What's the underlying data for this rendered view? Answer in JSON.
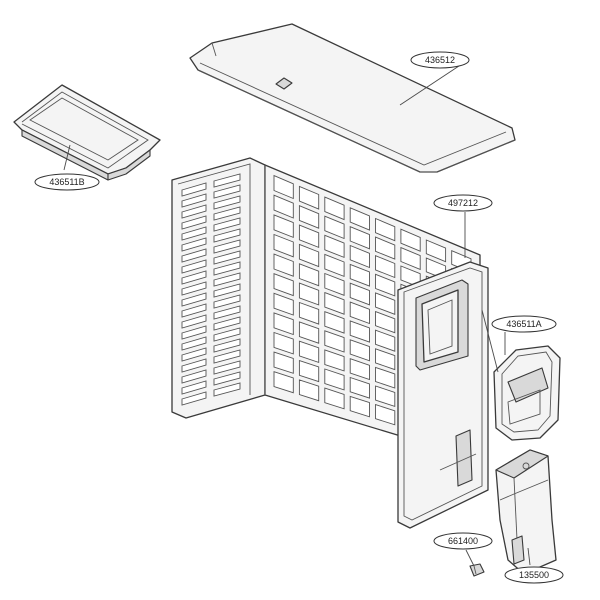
{
  "callouts": {
    "top_cover": "436512",
    "side_cover_left": "436511B",
    "side_panel_right": "497212",
    "handle_grip": "436511A",
    "screw": "661400",
    "valve_cover": "135500"
  }
}
